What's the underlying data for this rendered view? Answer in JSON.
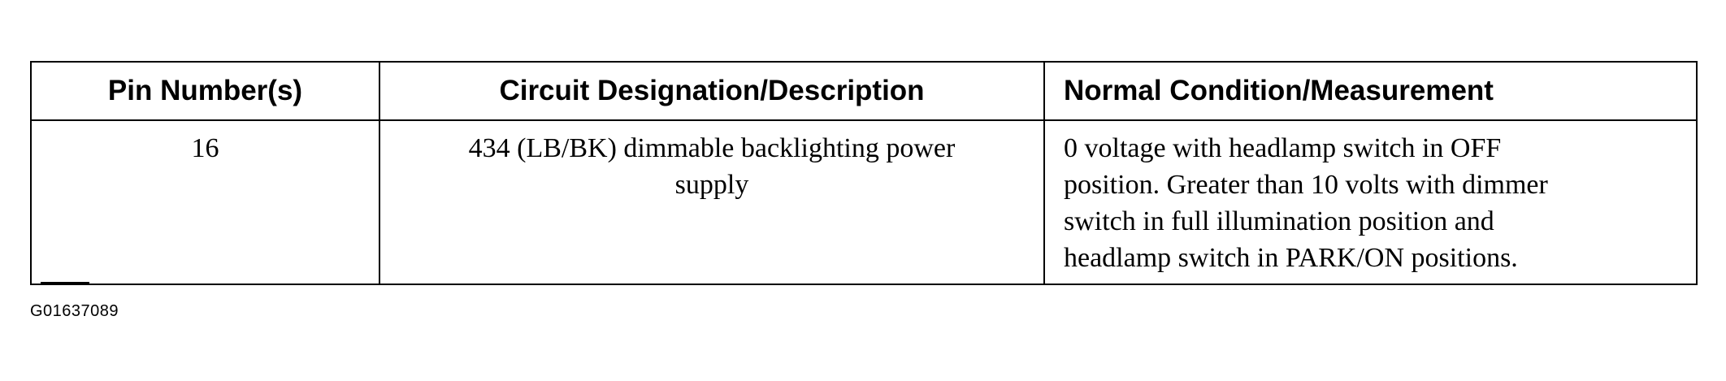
{
  "table": {
    "headers": {
      "pin": "Pin Number(s)",
      "circuit": "Circuit Designation/Description",
      "normal": "Normal Condition/Measurement"
    },
    "rows": [
      {
        "pin": "16",
        "circuit": {
          "line1": "434 (LB/BK) dimmable backlighting power",
          "line2": "supply"
        },
        "normal": {
          "line1": "0 voltage with headlamp switch in OFF",
          "line2": "position. Greater than 10 volts with dimmer",
          "line3": "switch in full illumination position and",
          "line4": "headlamp switch in PARK/ON positions."
        }
      }
    ]
  },
  "figure_id": "G01637089"
}
